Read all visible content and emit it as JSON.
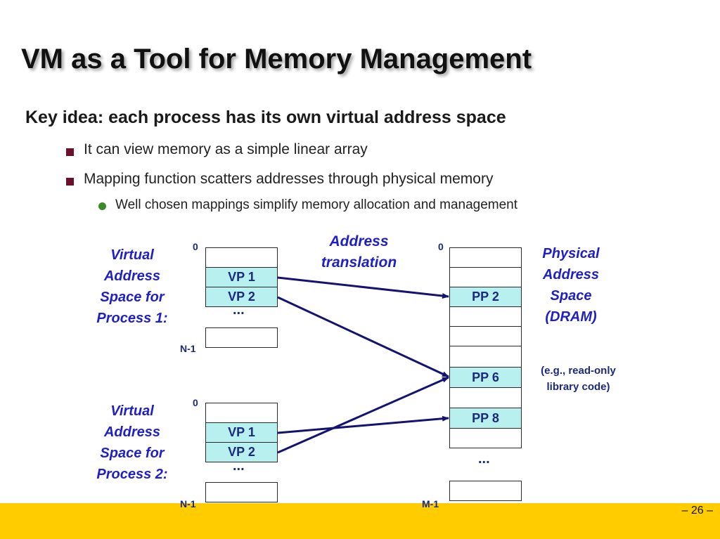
{
  "title": "VM as a Tool for Memory Management",
  "key_idea": "Key idea: each process has its own virtual address space",
  "bullets": [
    "It can view memory as a simple linear array",
    "Mapping function scatters addresses through physical memory"
  ],
  "sub_bullets": [
    "Well chosen mappings simplify memory allocation and management"
  ],
  "diagram": {
    "address_translation": [
      "Address",
      "translation"
    ],
    "vas1_label": [
      "Virtual",
      "Address",
      "Space for",
      "Process 1:"
    ],
    "vas2_label": [
      "Virtual",
      "Address",
      "Space for",
      "Process 2:"
    ],
    "pas_label": [
      "Physical",
      "Address",
      "Space",
      "(DRAM)"
    ],
    "zero": "0",
    "n_minus_1": "N-1",
    "m_minus_1": "M-1",
    "ellipsis": "...",
    "vp1": "VP 1",
    "vp2": "VP 2",
    "pp2": "PP 2",
    "pp6": "PP 6",
    "pp8": "PP 8",
    "note": [
      "(e.g., read-only",
      "library code)"
    ]
  },
  "slide_number": "– 26 –",
  "colors": {
    "footer": "#ffcc00",
    "page_fill": "#b8f0f0",
    "arrow": "#141470",
    "label_blue": "#1f1fc8",
    "bullet_square": "#6b0f2b",
    "bullet_dot": "#3a8a2a"
  }
}
